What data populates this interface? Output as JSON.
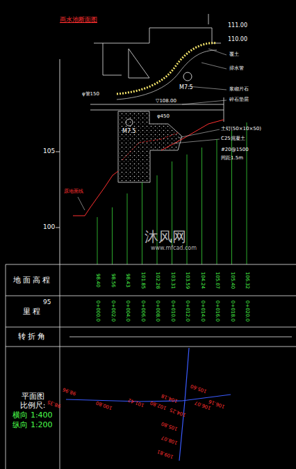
{
  "diagram": {
    "title": "画水池断面图",
    "nodes": [
      {
        "text": [
          "地面高程"
        ]
      },
      {
        "text": [
          "里程"
        ]
      },
      {
        "text": [
          "转折角"
        ]
      },
      {
        "text": [
          "平面图",
          "比例尺:",
          "横向 1:400",
          "纵向 1:200"
        ]
      }
    ],
    "labels": [
      "111.00",
      "110.00",
      "M7.5",
      "M7.5",
      "φ管150",
      "▽108.00",
      "φ450",
      "覆土",
      "排水管",
      "浆砌片石",
      "碎石垫层",
      "土钉(50×10×50)",
      "C25混凝土",
      "#20@1500",
      "间距1.5m",
      "原地面线",
      "105",
      "100",
      "95",
      "98.40",
      "98.56",
      "98.43",
      "101.85",
      "102.28",
      "103.31",
      "103.59",
      "104.24",
      "105.07",
      "105.40",
      "106.32",
      "0+000.0",
      "0+002.0",
      "0+004.0",
      "0+006.0",
      "0+008.0",
      "0+010.0",
      "0+012.0",
      "0+014.0",
      "0+016.0",
      "0+018.0",
      "0+020.0",
      "98.96",
      "98.35",
      "100.80",
      "101.42",
      "102.80",
      "104.18",
      "104.25",
      "106.07",
      "106.16",
      "105.60",
      "105.80",
      "108.07",
      "109.81",
      "沐风网",
      "www.mfcad.com"
    ]
  }
}
